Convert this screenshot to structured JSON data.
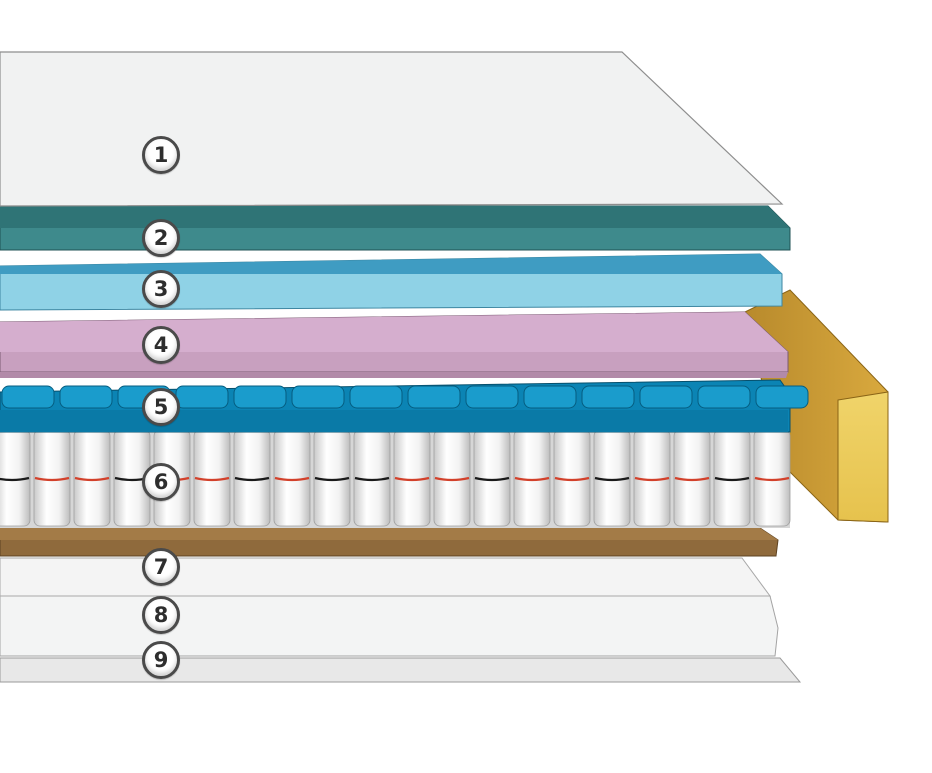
{
  "diagram": {
    "layers": [
      {
        "label": "1",
        "color": "#f1f2f2"
      },
      {
        "label": "2",
        "color": "#3e8a8c"
      },
      {
        "label": "3",
        "color": "#8fd2e6"
      },
      {
        "label": "4",
        "color": "#cfa2c4"
      },
      {
        "label": "5",
        "color": "#0b84b4"
      },
      {
        "label": "6",
        "color": "#f7f7f7"
      },
      {
        "label": "7",
        "color": "#8f6a3c"
      },
      {
        "label": "8",
        "color": "#f3f4f4"
      },
      {
        "label": "9",
        "color": "#ececec"
      }
    ],
    "side_panel_color": "#e1b94e"
  }
}
